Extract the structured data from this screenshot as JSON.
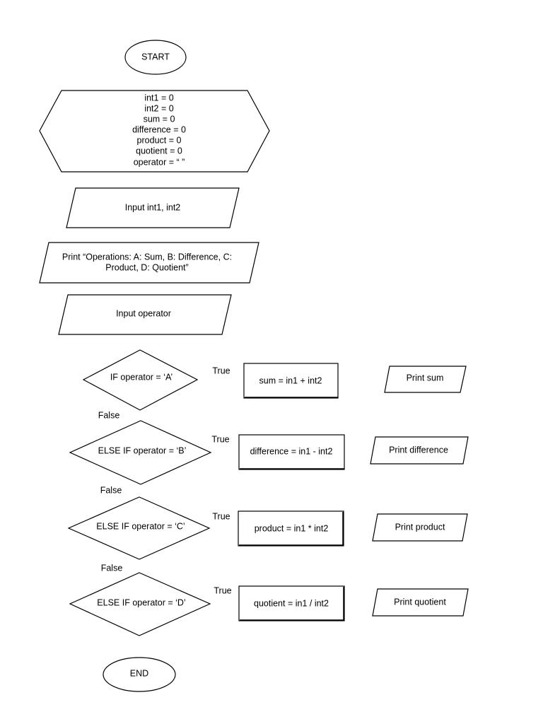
{
  "diagram": {
    "start": "START",
    "init_lines": [
      "int1 = 0",
      "int2 = 0",
      "sum = 0",
      "difference = 0",
      "product = 0",
      "quotient = 0",
      "operator = “ ”"
    ],
    "input_ints": "Input int1, int2",
    "print_ops_lines": [
      "Print “Operations: A: Sum, B: Difference, C:",
      "Product, D: Quotient”"
    ],
    "input_operator": "Input operator",
    "branches": [
      {
        "condition": "IF operator = ‘A’",
        "true_label": "True",
        "false_label": "False",
        "process": "sum = in1 + int2",
        "output": "Print sum"
      },
      {
        "condition": "ELSE IF operator = ‘B’",
        "true_label": "True",
        "false_label": "False",
        "process": "difference = in1 - int2",
        "output": "Print difference"
      },
      {
        "condition": "ELSE IF operator = ‘C’",
        "true_label": "True",
        "false_label": "False",
        "process": "product = in1 * int2",
        "output": "Print product"
      },
      {
        "condition": "ELSE IF operator = ‘D’",
        "true_label": "True",
        "process": "quotient = in1 / int2",
        "output": "Print quotient"
      }
    ],
    "end": "END"
  }
}
